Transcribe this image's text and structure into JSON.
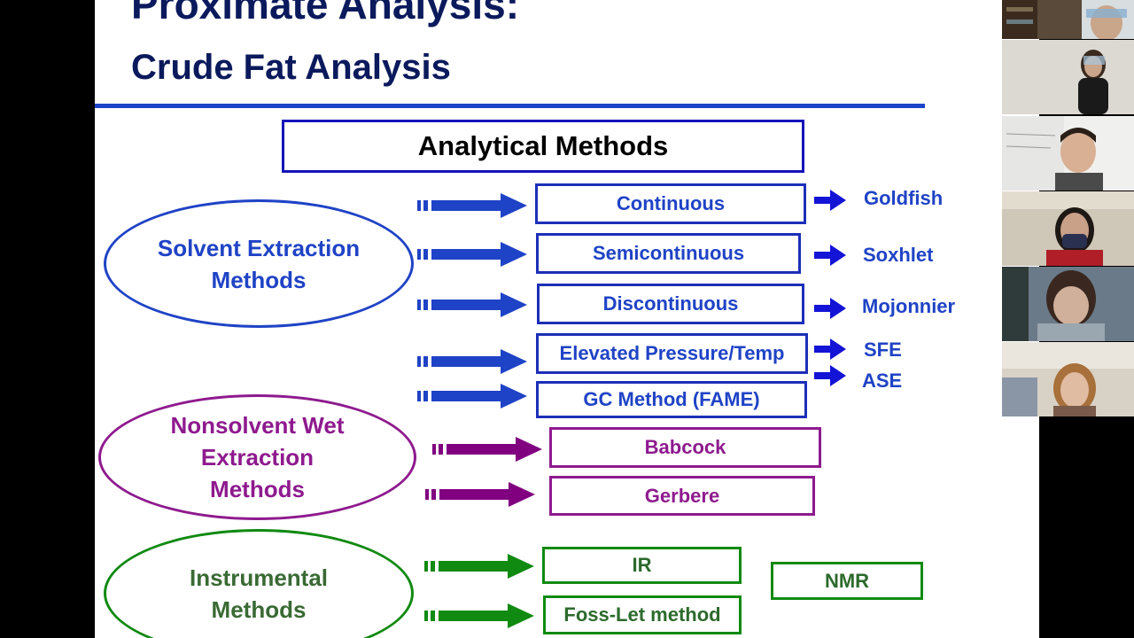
{
  "slide": {
    "title_line1": "Proximate Analysis:",
    "title_line2": "Crude Fat Analysis",
    "header_box": "Analytical Methods",
    "groups": [
      {
        "label_lines": [
          "Solvent Extraction",
          "Methods"
        ],
        "color": "#1f43c6",
        "methods": [
          "Continuous",
          "Semicontinuous",
          "Discontinuous",
          "Elevated Pressure/Temp",
          "GC Method (FAME)"
        ]
      },
      {
        "label_lines": [
          "Nonsolvent Wet",
          "Extraction",
          "Methods"
        ],
        "color": "#8e1a8e",
        "methods": [
          "Babcock",
          "Gerbere"
        ]
      },
      {
        "label_lines": [
          "Instrumental",
          "Methods"
        ],
        "color": "#118a11",
        "methods": [
          "IR",
          "Foss-Let method",
          "NMR"
        ]
      }
    ],
    "examples": [
      "Goldfish",
      "Soxhlet",
      "Mojonnier",
      "SFE",
      "ASE"
    ]
  },
  "video_participants": [
    "participant-1",
    "participant-2",
    "participant-3",
    "participant-4",
    "participant-5",
    "participant-6"
  ],
  "colors": {
    "navy": "#0b1a5c",
    "blue": "#1f43c6",
    "purple": "#8e1a8e",
    "green": "#118a11"
  }
}
